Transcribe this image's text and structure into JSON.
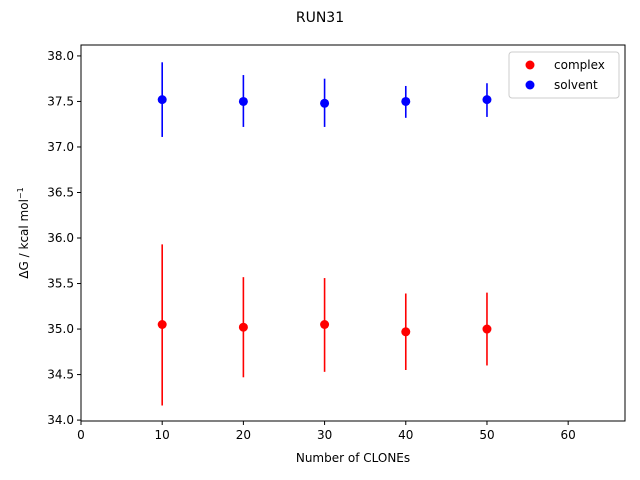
{
  "chart_data": {
    "type": "scatter",
    "title": "RUN31",
    "xlabel": "Number of CLONEs",
    "ylabel": "ΔG / kcal mol",
    "ylabel_sup": "−1",
    "xlim": [
      0,
      67
    ],
    "ylim": [
      33.99,
      38.12
    ],
    "xticks": [
      0,
      10,
      20,
      30,
      40,
      50,
      60
    ],
    "yticks": [
      34.0,
      34.5,
      35.0,
      35.5,
      36.0,
      36.5,
      37.0,
      37.5,
      38.0
    ],
    "grid": false,
    "legend_position": "top-right",
    "series": [
      {
        "name": "complex",
        "color": "#ff0000",
        "x": [
          10,
          20,
          30,
          40,
          50
        ],
        "y": [
          35.05,
          35.02,
          35.05,
          34.97,
          35.0
        ],
        "yerr_low": [
          34.16,
          34.47,
          34.53,
          34.55,
          34.6
        ],
        "yerr_high": [
          35.93,
          35.57,
          35.56,
          35.39,
          35.4
        ]
      },
      {
        "name": "solvent",
        "color": "#0000ff",
        "x": [
          10,
          20,
          30,
          40,
          50
        ],
        "y": [
          37.52,
          37.5,
          37.48,
          37.5,
          37.52
        ],
        "yerr_low": [
          37.11,
          37.22,
          37.22,
          37.32,
          37.33
        ],
        "yerr_high": [
          37.93,
          37.79,
          37.75,
          37.67,
          37.7
        ]
      }
    ]
  }
}
